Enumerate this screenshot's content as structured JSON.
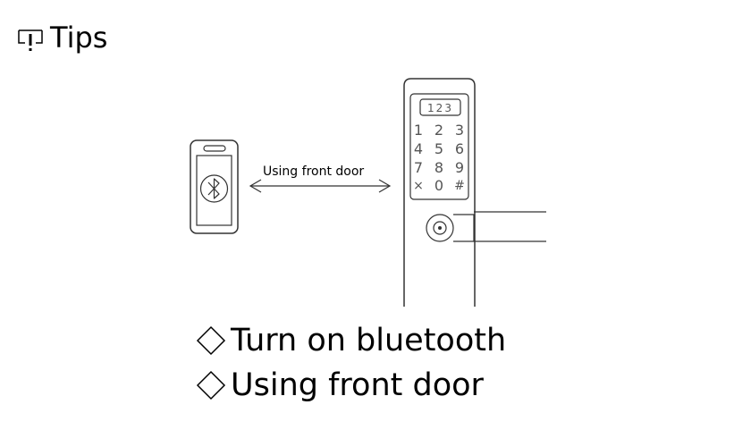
{
  "header": {
    "title": "Tips",
    "icon": "alert-bracket-icon"
  },
  "diagram": {
    "caption": "Using front door",
    "phone_icon": "bluetooth-icon",
    "keypad": {
      "display": "123",
      "rows": [
        [
          "1",
          "2",
          "3"
        ],
        [
          "4",
          "5",
          "6"
        ],
        [
          "7",
          "8",
          "9"
        ],
        [
          "×",
          "0",
          "#"
        ]
      ]
    }
  },
  "bullets": [
    {
      "text": "Turn on bluetooth",
      "icon": "diamond-icon"
    },
    {
      "text": "Using front door",
      "icon": "diamond-icon"
    }
  ]
}
